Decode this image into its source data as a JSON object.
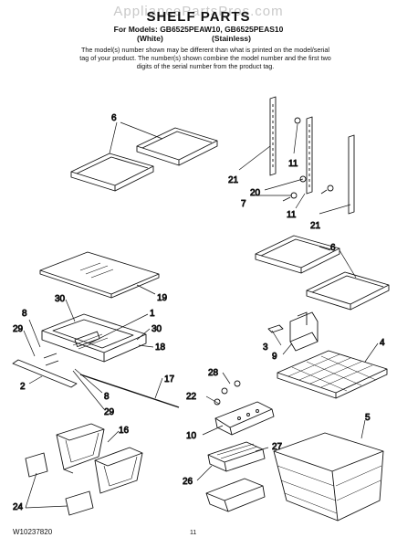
{
  "watermark": "AppliancePartsPros.com",
  "title": "SHELF PARTS",
  "models_line": "For Models: GB6525PEAW10, GB6525PEAS10",
  "color_white": "(White)",
  "color_stainless": "(Stainless)",
  "notice": "The model(s) number shown may be different than what is printed on the model/serial tag of your product. The number(s) shown combine the model number and the first two digits of the serial number from the product tag.",
  "callouts": {
    "c6a": "6",
    "c21a": "21",
    "c11a": "11",
    "c20": "20",
    "c7": "7",
    "c11b": "11",
    "c21b": "21",
    "c6b": "6",
    "c19": "19",
    "c30a": "30",
    "c1": "1",
    "c30b": "30",
    "c8a": "8",
    "c29a": "29",
    "c18": "18",
    "c17": "17",
    "c8b": "8",
    "c2": "2",
    "c29b": "29",
    "c3": "3",
    "c9": "9",
    "c4": "4",
    "c28": "28",
    "c22": "22",
    "c10": "10",
    "c5": "5",
    "c16": "16",
    "c27": "27",
    "c26": "26",
    "c24": "24"
  },
  "footer": {
    "doc_number": "W10237820",
    "page_number": "11"
  }
}
